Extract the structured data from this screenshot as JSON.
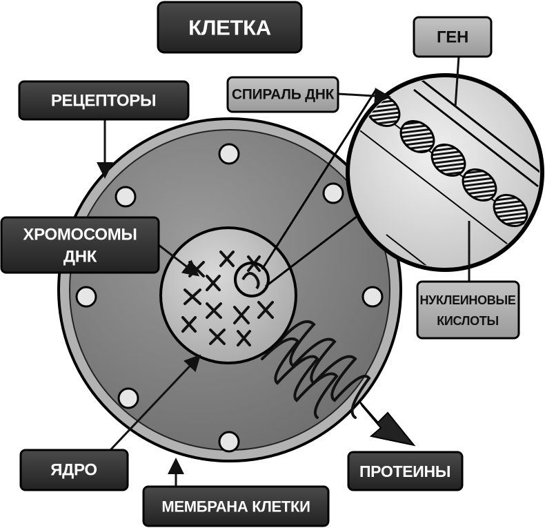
{
  "title": "КЛЕТКА",
  "labels": {
    "receptors": "РЕЦЕПТОРЫ",
    "chromosomes_line1": "ХРОМОСОМЫ",
    "chromosomes_line2": "ДНК",
    "nucleus": "ЯДРО",
    "membrane": "МЕМБРАНА КЛЕТКИ",
    "proteins": "ПРОТЕИНЫ",
    "dna_helix": "СПИРАЛЬ ДНК",
    "gene": "ГЕН",
    "nucleic_acids_line1": "НУКЛЕИНОВЫЕ",
    "nucleic_acids_line2": "КИСЛОТЫ"
  },
  "colors": {
    "dark_label": "#333333",
    "light_label": "#a8a8a8",
    "cytoplasm": "#8a8a8a",
    "membrane": "#b4b4b4",
    "nucleus": "#c6c6c6",
    "outline": "#000000"
  }
}
